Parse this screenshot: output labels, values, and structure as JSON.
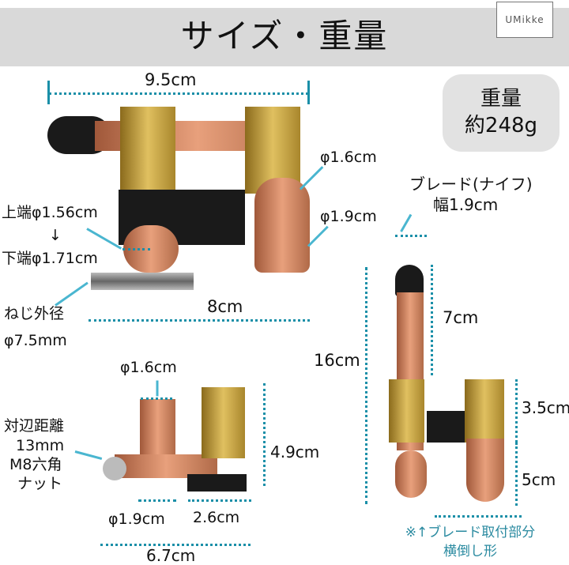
{
  "header": {
    "title": "サイズ・重量",
    "logo": "UMikke"
  },
  "weight": {
    "label": "重量",
    "value": "約248g"
  },
  "top_view": {
    "width": "9.5cm",
    "bolt_diameter": "φ1.6cm",
    "terminal_diameter": "φ1.9cm",
    "clamp_top": "上端φ1.56cm",
    "clamp_arrow": "↓",
    "clamp_bottom": "下端φ1.71cm",
    "screw_label": "ねじ外径",
    "screw_diameter": "φ7.5mm",
    "base_length": "8cm"
  },
  "blade_view": {
    "blade_label": "ブレード(ナイフ)",
    "blade_width": "幅1.9cm",
    "blade_upper": "7cm",
    "total_height": "16cm",
    "mount_height": "3.5cm",
    "lower_height": "5cm",
    "note_line1": "※↑ブレード取付部分",
    "note_line2": "横倒し形"
  },
  "side_view": {
    "post_diameter": "φ1.6cm",
    "height": "4.9cm",
    "nut_line1": "対辺距離",
    "nut_line2": "13mm",
    "nut_line3": "M8六角",
    "nut_line4": "ナット",
    "base_diameter": "φ1.9cm",
    "block_width": "2.6cm",
    "total_width": "6.7cm"
  }
}
